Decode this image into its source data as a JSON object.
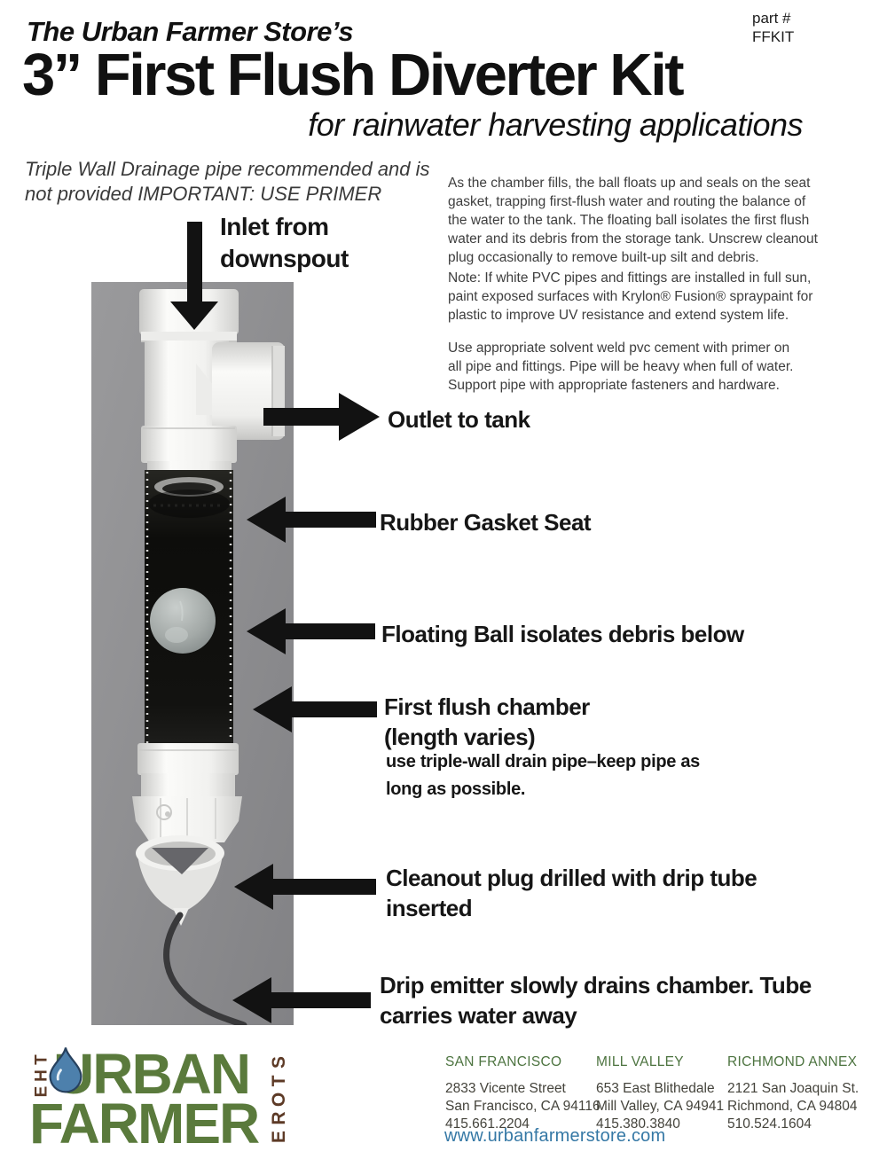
{
  "header": {
    "part_label": "part #\nFFKIT",
    "brand_line": "The Urban Farmer Store’s",
    "title": "3” First Flush Diverter Kit",
    "subtitle": "for rainwater harvesting applications"
  },
  "intro_note": "Triple Wall Drainage pipe recommended and is\nnot provided IMPORTANT: USE PRIMER",
  "description": {
    "p1": "As the chamber fills, the ball floats up and seals on the seat\ngasket, trapping first-flush water and routing the balance of\nthe water to the tank. The floating ball isolates the first flush\nwater and its debris from the storage tank. Unscrew cleanout\nplug occasionally to remove built-up silt and debris.",
    "p2": "Note: If white PVC pipes and fittings are installed in full sun,\npaint exposed surfaces with Krylon® Fusion® spraypaint for\nplastic to improve UV resistance and extend system life.",
    "p3": "Use appropriate solvent weld pvc cement with primer on\nall pipe and fittings. Pipe will be heavy when full of water.\nSupport pipe with appropriate fasteners and hardware."
  },
  "diagram": {
    "photo_subject": "3-inch PVC first flush diverter assembly on gray background",
    "labels": {
      "inlet": "Inlet from\ndownspout",
      "outlet": "Outlet to tank",
      "gasket": "Rubber Gasket Seat",
      "ball": "Floating Ball isolates debris below",
      "chamber_title": "First flush chamber\n(length varies)",
      "chamber_note": "use triple-wall drain pipe–keep pipe as\nlong as possible.",
      "cleanout": "Cleanout plug drilled with drip tube\ninserted",
      "drip": "Drip emitter slowly drains chamber. Tube\ncarries water away"
    }
  },
  "footer": {
    "logo": {
      "the_letters": [
        "T",
        "H",
        "E"
      ],
      "word_top": "URBAN",
      "word_bottom": "FARMER",
      "store_letters": [
        "S",
        "T",
        "O",
        "R",
        "E"
      ],
      "drop_icon": "water-drop-icon",
      "green": "#5a7a3c",
      "brown": "#5d3a26",
      "drop_blue": "#4d80ac"
    },
    "locations": [
      {
        "name": "SAN FRANCISCO",
        "address": "2833 Vicente Street\nSan Francisco, CA 94116\n415.661.2204"
      },
      {
        "name": "MILL VALLEY",
        "address": "653 East Blithedale\nMill Valley, CA 94941\n415.380.3840"
      },
      {
        "name": "RICHMOND ANNEX",
        "address": "2121 San Joaquin St.\nRichmond, CA 94804\n510.524.1604"
      }
    ],
    "website": "www.urbanfarmerstore.com",
    "colors": {
      "heading_green": "#4d7440",
      "body_text": "#44433b",
      "link_blue": "#3578a5"
    }
  }
}
